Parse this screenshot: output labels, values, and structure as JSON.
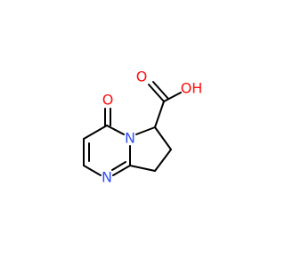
{
  "molecule": {
    "atoms": {
      "oxygen_carbonyl": "O",
      "oxygen_acid_double": "O",
      "hydroxyl": "OH",
      "nitrogen_ring_fusion": "N",
      "nitrogen_pyrimidine": "N"
    },
    "colors": {
      "bond": "#000000",
      "oxygen": "#ff0d0d",
      "nitrogen": "#3050f8",
      "background": "#ffffff"
    }
  }
}
